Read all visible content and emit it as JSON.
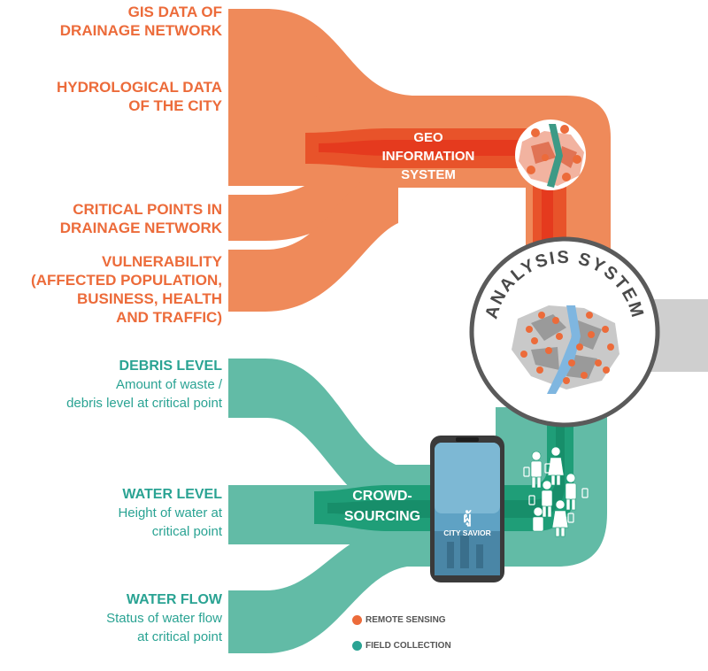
{
  "inputs_remote": [
    {
      "title": "GIS DATA OF\nDRAINAGE NETWORK"
    },
    {
      "title": "HYDROLOGICAL DATA\nOF THE CITY"
    },
    {
      "title": "CRITICAL POINTS IN\nDRAINAGE NETWORK"
    },
    {
      "title": "VULNERABILITY\n(AFFECTED POPULATION,\nBUSINESS, HEALTH\nAND TRAFFIC)"
    }
  ],
  "inputs_field": [
    {
      "title": "DEBRIS LEVEL",
      "desc": "Amount of waste /\ndebris level at critical point"
    },
    {
      "title": "WATER LEVEL",
      "desc": "Height of water at\ncritical point"
    },
    {
      "title": "WATER FLOW",
      "desc": "Status of water flow\nat critical point"
    }
  ],
  "geo_label": "GEO\nINFORMATION\nSYSTEM",
  "crowd_label": "CROWD-\nSOURCING",
  "analysis_label": "ANALYSIS SYSTEM",
  "app_name": "CITY SAVIOR",
  "app_logo_glyph": "ผู้",
  "legend": [
    {
      "label": "REMOTE SENSING",
      "color": "#ec6b3a"
    },
    {
      "label": "FIELD COLLECTION",
      "color": "#2aa393"
    }
  ],
  "colors": {
    "orange": "#ef8a5a",
    "orange_dark": "#e8532a",
    "red": "#e53a1e",
    "teal": "#62bba6",
    "teal_dark": "#1f9e78",
    "gray": "#cfcfcf"
  }
}
